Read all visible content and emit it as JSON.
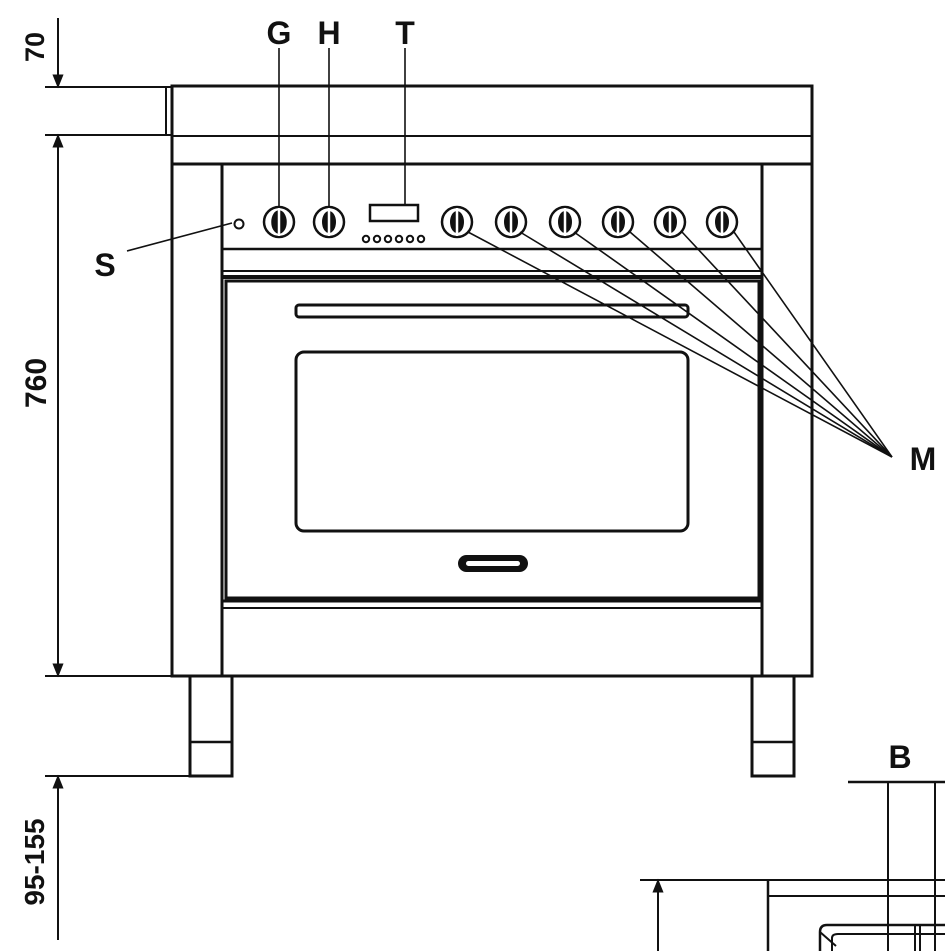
{
  "dimensions": {
    "top_thickness": "70",
    "height": "760",
    "feet_height": "95-155"
  },
  "labels": {
    "g": "G",
    "h": "H",
    "t": "T",
    "s": "S",
    "m": "M",
    "b": "B"
  },
  "colors": {
    "line": "#111111",
    "background": "#ffffff"
  }
}
